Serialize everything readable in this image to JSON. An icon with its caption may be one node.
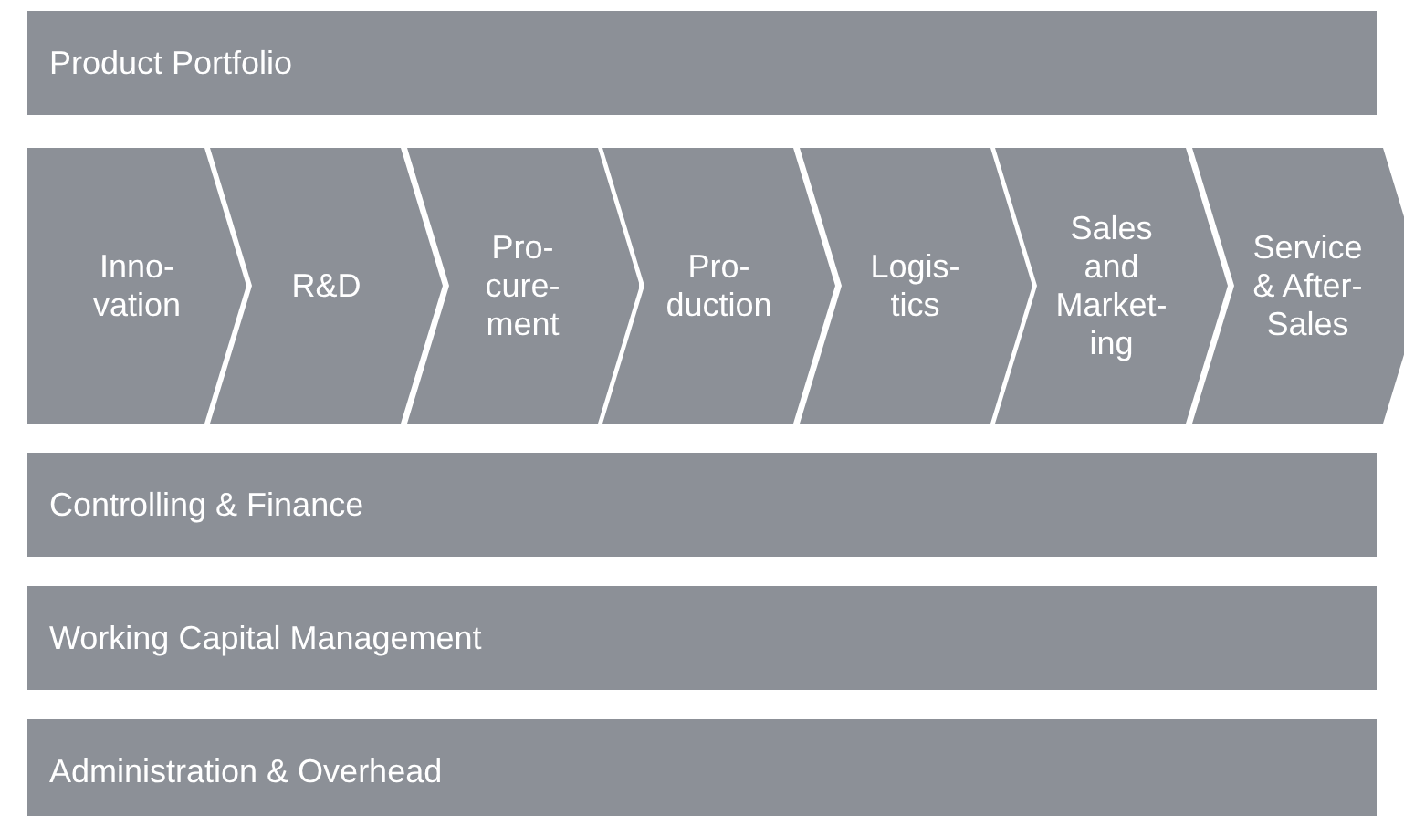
{
  "diagram": {
    "nodes": [
      {
        "text": [
          "Product Portfolio"
        ]
      },
      {
        "text": [
          "Inno-vation"
        ]
      },
      {
        "text": [
          "R&D"
        ]
      },
      {
        "text": [
          "Pro-cure-ment"
        ]
      },
      {
        "text": [
          "Pro-duction"
        ]
      },
      {
        "text": [
          "Logis-tics"
        ]
      },
      {
        "text": [
          "Sales and Market-ing"
        ]
      },
      {
        "text": [
          "Service & After-Sales"
        ]
      },
      {
        "text": [
          "Controlling & Finance"
        ]
      },
      {
        "text": [
          "Working Capital Management"
        ]
      },
      {
        "text": [
          "Administration & Overhead"
        ]
      }
    ]
  }
}
